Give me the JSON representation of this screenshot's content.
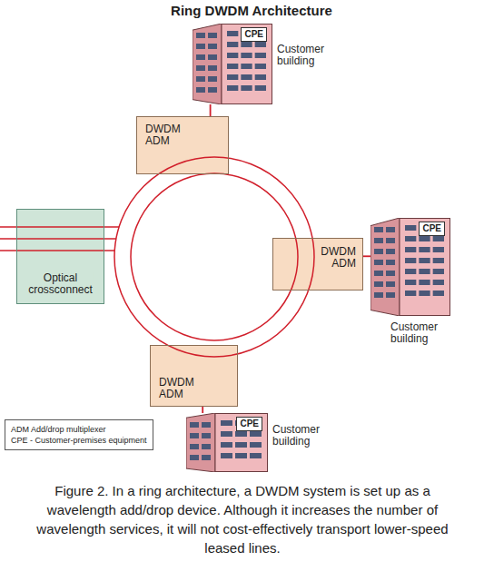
{
  "diagram": {
    "title": "Ring DWDM Architecture",
    "caption": "Figure 2. In a ring architecture, a DWDM system is set up as a wavelength add/drop device. Although it increases the number of wavelength services, it will not cost-effectively transport lower-speed leased lines.",
    "nodes": [
      {
        "text": [
          "CPE",
          "Customer building"
        ]
      },
      {
        "text": [
          "DWDM ADM"
        ]
      },
      {
        "text": [
          "Optical crossconnect"
        ]
      },
      {
        "text": [
          "DWDM ADM"
        ]
      },
      {
        "text": [
          "CPE",
          "Customer building"
        ]
      },
      {
        "text": [
          "DWDM ADM"
        ]
      },
      {
        "text": [
          "CPE",
          "Customer building"
        ]
      },
      {
        "text": [
          "ADM Add/drop multiplexer",
          "CPE - Customer-premises equipment"
        ]
      }
    ],
    "edges": [
      {
        "from": 1,
        "to": 0,
        "arrow": "none"
      },
      {
        "from": 3,
        "to": 4,
        "arrow": "none"
      },
      {
        "from": 5,
        "to": 6,
        "arrow": "none"
      }
    ]
  }
}
